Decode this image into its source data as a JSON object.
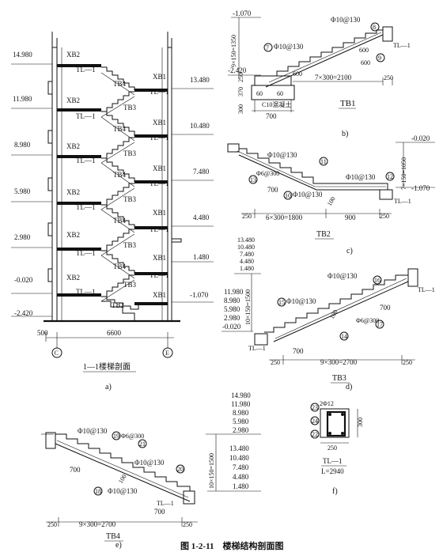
{
  "caption": "图 1-2-11　楼梯结构剖面图",
  "panel_a": {
    "sub_label": "a)",
    "title": "1—1楼梯剖面",
    "left_levels": [
      "14.980",
      "11.980",
      "8.980",
      "5.980",
      "2.980",
      "-0.020",
      "-2.420"
    ],
    "right_levels": [
      "13.480",
      "10.480",
      "7.480",
      "4.480",
      "1.480",
      "-1.070"
    ],
    "xb2": "XB2",
    "xb1": "XB1",
    "tl1": "TL—1",
    "tb4": "TB4",
    "tb3": "TB3",
    "tb2": "TB2",
    "dim_500": "500",
    "dim_6600": "6600",
    "axis_c": "C",
    "axis_e": "E"
  },
  "panel_b": {
    "sub_label": "b)",
    "title": "TB1",
    "level_top": "-1.070",
    "level_bottom": "-2.420",
    "bar1": "Φ10@130",
    "bar2": "Φ10@130",
    "vertical_dim": "9×150=1350",
    "d600a": "600",
    "d600b": "600",
    "d600c": "600",
    "d60": "60",
    "d60b": "60",
    "d300": "300",
    "d370": "370",
    "d250": "250",
    "d250b": "250",
    "d700": "700",
    "run": "7×300=2100",
    "concrete": "C10混凝土",
    "tag8": "8",
    "tag9": "9",
    "tag7": "7",
    "tl1": "TL—1"
  },
  "panel_c": {
    "sub_label": "c)",
    "title": "TB2",
    "level_top": "-0.020",
    "level_bottom": "-1.070",
    "bar1": "Φ10@130",
    "bar2": "Φ10@130",
    "bar3": "Φ10@130",
    "bar_dist": "Φ6@300",
    "vertical_dim": "7×150=1050",
    "d700": "700",
    "d100": "100",
    "d250": "250",
    "d900": "900",
    "d250b": "250",
    "run": "6×300=1800",
    "tag11": "11",
    "tag12": "12",
    "tag13": "13",
    "tag10": "10",
    "tl1": "TL—1"
  },
  "panel_d": {
    "sub_label": "d)",
    "title": "TB3",
    "levels_top": [
      "13.480",
      "10.480",
      "7.480",
      "4.480",
      "1.480"
    ],
    "levels_bottom": [
      "11.980",
      "8.980",
      "5.980",
      "2.980",
      "-0.020"
    ],
    "vertical_dim": "10×150=1500",
    "bar1": "Φ10@130",
    "bar2": "Φ10@130",
    "bar_dist": "Φ6@300",
    "d700a": "700",
    "d700b": "700",
    "d100": "100",
    "d250a": "250",
    "d250b": "250",
    "run": "9×300=2700",
    "tag16": "16",
    "tag15": "15",
    "tag17": "17",
    "tag14": "14",
    "tl1": "TL—1"
  },
  "panel_e": {
    "sub_label": "e)",
    "title": "TB4",
    "levels_top": [
      "14.980",
      "11.980",
      "8.980",
      "5.980",
      "2.980"
    ],
    "levels_bottom": [
      "13.480",
      "10.480",
      "7.480",
      "4.480",
      "1.480"
    ],
    "vertical_dim": "10×150=1500",
    "bar1": "Φ10@130",
    "bar2": "Φ10@130",
    "bar3": "Φ10@130",
    "bar_dist": "Φ6@300",
    "d700a": "700",
    "d700b": "700",
    "d100": "100",
    "d250a": "250",
    "d250b": "250",
    "run": "9×300=2700",
    "tag19": "19",
    "tag21": "21",
    "tag20": "20",
    "tag18": "18",
    "tl1": "TL—1"
  },
  "panel_f": {
    "sub_label": "f)",
    "bar_top": "2Φ12",
    "d300": "300",
    "d250": "250",
    "name": "TL—1",
    "length": "L=2940",
    "tag23": "23",
    "tag24": "24",
    "tag22": "22"
  }
}
